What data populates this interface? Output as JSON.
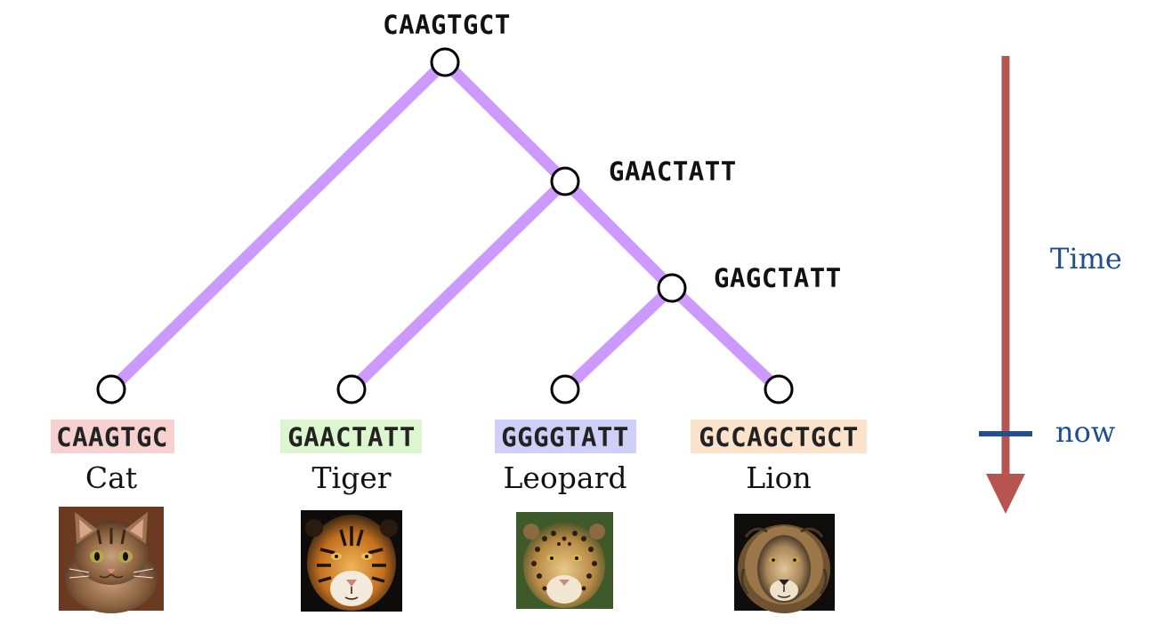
{
  "tree": {
    "branch_color": "#cc99ff",
    "root": {
      "sequence": "CAAGTGCT"
    },
    "internal_nodes": [
      {
        "sequence": "GAACTATT"
      },
      {
        "sequence": "GAGCTATT"
      }
    ],
    "leaves": [
      {
        "sequence": "CAAGTGC",
        "species": "Cat",
        "highlight": "#f7d0d0",
        "photo": "cat-photo"
      },
      {
        "sequence": "GAACTATT",
        "species": "Tiger",
        "highlight": "#dcf7d0",
        "photo": "tiger-photo"
      },
      {
        "sequence": "GGGGTATT",
        "species": "Leopard",
        "highlight": "#cfd0f7",
        "photo": "leopard-photo"
      },
      {
        "sequence": "GCCAGCTGCT",
        "species": "Lion",
        "highlight": "#fbe3cc",
        "photo": "lion-photo"
      }
    ]
  },
  "timeline": {
    "label": "Time",
    "now_label": "now",
    "arrow_color": "#b85450",
    "now_color": "#1f4f8f"
  }
}
